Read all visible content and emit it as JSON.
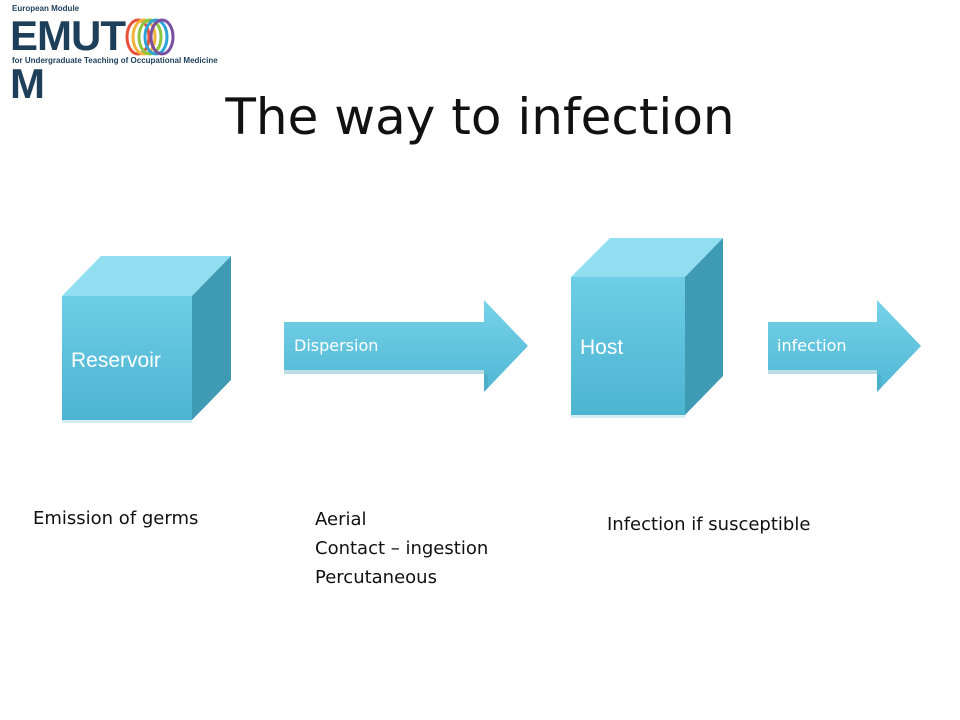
{
  "logo": {
    "top_text": "European Module",
    "main_text": "EMUT",
    "main_text_end": "M",
    "sub_text": "for Undergraduate Teaching of Occupational Medicine"
  },
  "slide": {
    "title": "The way to infection"
  },
  "diagram": {
    "reservoir_label": "Reservoir",
    "dispersion_label": "Dispersion",
    "host_label": "Host",
    "infection_label": "infection"
  },
  "notes": {
    "reservoir": "Emission of germs",
    "dispersion": [
      "Aerial",
      "Contact – ingestion",
      "Percutaneous"
    ],
    "host": "Infection if susceptible"
  },
  "colors": {
    "cube_front": "#5cc3df",
    "cube_top": "#92def1",
    "cube_side": "#3f9bb3",
    "logo_navy": "#1e3f5a"
  }
}
